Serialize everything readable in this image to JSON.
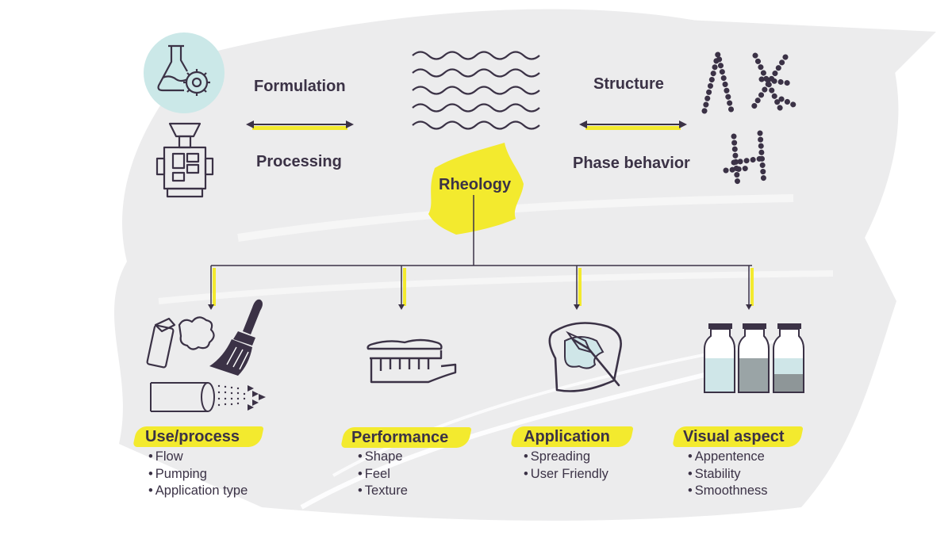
{
  "top": {
    "left_upper": "Formulation",
    "left_lower": "Processing",
    "right_upper": "Structure",
    "right_lower": "Phase behavior",
    "center": "Rheology"
  },
  "colors": {
    "ink": "#3b3246",
    "highlight": "#f3ea2e",
    "background_brush": "#ebebec",
    "flask_circle": "#cbe8e8",
    "bottle_fill": "#cfe6e8"
  },
  "categories": [
    {
      "title": "Use/process",
      "items": [
        "Flow",
        "Pumping",
        "Application type"
      ],
      "icon": "spray-paint-brush-pipe-icon"
    },
    {
      "title": "Performance",
      "items": [
        "Shape",
        "Feel",
        "Texture"
      ],
      "icon": "toothbrush-icon"
    },
    {
      "title": "Application",
      "items": [
        "Spreading",
        "User Friendly"
      ],
      "icon": "toast-knife-icon"
    },
    {
      "title": "Visual aspect",
      "items": [
        "Appentence",
        "Stability",
        "Smoothness"
      ],
      "icon": "bottles-icon"
    }
  ]
}
